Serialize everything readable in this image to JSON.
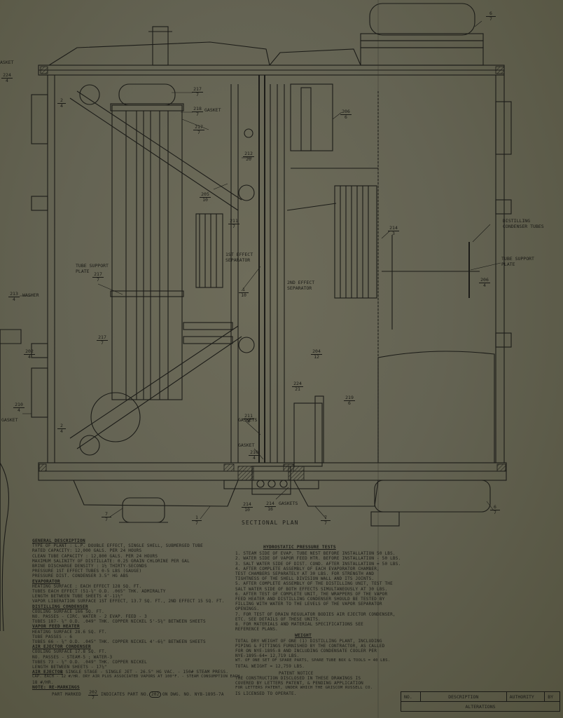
{
  "title": "SECTIONAL PLAN",
  "callouts": [
    {
      "num": "6",
      "den": "7"
    },
    {
      "num": "2",
      "den": "4"
    },
    {
      "num": "217",
      "den": "7"
    },
    {
      "num": "218",
      "den": "7"
    },
    {
      "num": "217",
      "den": "7"
    },
    {
      "num": "206",
      "den": "6"
    },
    {
      "num": "212",
      "den": "20"
    },
    {
      "num": "205",
      "den": "10"
    },
    {
      "num": "211",
      "den": "7"
    },
    {
      "num": "1",
      "den": "10"
    },
    {
      "num": "214",
      "den": "3"
    },
    {
      "num": "206",
      "den": "4"
    },
    {
      "num": "217",
      "den": "7"
    },
    {
      "num": "217",
      "den": "7"
    },
    {
      "num": "204",
      "den": "12"
    },
    {
      "num": "224",
      "den": "21"
    },
    {
      "num": "219",
      "den": "6"
    },
    {
      "num": "211",
      "den": "4"
    },
    {
      "num": "210",
      "den": "4"
    },
    {
      "num": "214",
      "den": "10"
    },
    {
      "num": "7",
      "den": "7"
    },
    {
      "num": "1",
      "den": "7"
    },
    {
      "num": "7",
      "den": "7"
    },
    {
      "num": "6",
      "den": "7"
    },
    {
      "num": "213",
      "den": "4"
    },
    {
      "num": "202",
      "den": "4"
    },
    {
      "num": "210",
      "den": "4"
    },
    {
      "num": "2",
      "den": "4"
    },
    {
      "num": "224",
      "den": "4"
    },
    {
      "num": "214",
      "den": "16"
    }
  ],
  "labels": {
    "gasket_top": "GASKET",
    "tube_support_plate_left": "TUBE SUPPORT PLATE",
    "first_effect_separator": "1ST EFFECT SEPARATOR",
    "second_effect_separator": "2ND EFFECT SEPARATOR",
    "distilling_condenser_tubes": "DISTILLING CONDENSER TUBES",
    "tube_support_plate_right": "TUBE SUPPORT PLATE",
    "washer": "WASHER",
    "gasket_left": "GASKET",
    "gaskets_mid": "GASKETS",
    "gasket_mid": "GASKET",
    "gaskets_bottom": "GASKETS",
    "asket_edge": "ASKET"
  },
  "general_description": {
    "heading": "GENERAL DESCRIPTION",
    "lines": [
      "TYPE OF PLANT : L.P. DOUBLE EFFECT, SINGLE SHELL, SUBMERGED TUBE",
      "RATED CAPACITY: 12,000 GALS. PER 24 HOURS",
      "CLEAN TUBE CAPACITY : 12,800 GALS. PER 24 HOURS",
      "MAXIMUM SALINITY OF DISTILLATE: 0.25 GRAIN CHLORINE PER GAL",
      "BRINE DISCHARGE DENSITY : 1½ THIRTY-SECONDS",
      "PRESSURE 1ST EFFECT TUBES        0-5 LBS (GAUGE)",
      "PRESSURE DIST. CONDENSER        3.5\" HG ABS"
    ]
  },
  "evaporator": {
    "heading": "EVAPORATOR",
    "lines": [
      "HEATING SURFACE : EACH EFFECT 128 SQ. FT.",
      "TUBES   EACH EFFECT  (51-⅝\" O.D. .065\" THK. ADMIRALTY",
      "LENGTH BETWEEN TUBE SHEETS   4'-11½\"",
      "VAPOR LIBERATION SURFACE  1ST EFFECT, 13.7 SQ. FT., 2ND EFFECT 15 SQ. FT."
    ]
  },
  "distilling_condenser": {
    "heading": "DISTILLING CONDENSER",
    "lines": [
      "COOLING SURFACE 166 SQ. FT.",
      "NO. PASSES - CIRC. WATER - 2    EVAP. FEED - 3",
      "TUBES  187- ⅝\" O.D. .049\" THK. COPPER NICKEL  5'-5¼\" BETWEEN SHEETS"
    ]
  },
  "vapor_feed_heater": {
    "heading": "VAPOR FEED HEATER",
    "lines": [
      "HEATING SURFACE 28.6 SQ. FT.",
      "TUBE PASSES - 6",
      "TUBES 66 - ⅝\" O.D. .045\" THK. COPPER NICKEL  4'-6⅞\" BETWEEN SHEETS"
    ]
  },
  "air_ejector_condenser": {
    "heading": "AIR EJECTOR CONDENSER",
    "lines": [
      "COOLING SURFACE 17.8 SQ. FT.",
      "NO. PASSES - STEAM-5 ; WATER-3",
      "TUBES 73 - ⅝\" O.D. .049\" THK. COPPER NICKEL",
      "LENGTH BETWEEN SHEETS - 17⅞\""
    ]
  },
  "air_ejector": {
    "heading": "AIR EJECTOR",
    "lines": [
      "     2 SINGLE STAGE - SINGLE JET - 26.5\" HG VAC. - 150# STEAM PRESS.",
      "CAP. EACH - 12 #/HR. DRY AIR PLUS ASSOCIATED VAPORS AT 100°F. - STEAM CONSUMPTION EACH",
      "18 #/HR."
    ]
  },
  "note": {
    "heading": "NOTE: RE-MARKINGS",
    "line_pre": "PART MARKED",
    "num": "202",
    "den": "7",
    "line_mid": "INDICATES PART NO.",
    "ref": "202",
    "line_post": "ON DWG. NO. NYB-1895-7A"
  },
  "hydrostatic": {
    "heading": "HYDROSTATIC PRESSURE TESTS",
    "lines": [
      "1. STEAM SIDE OF EVAP. TUBE NEST BEFORE INSTALLATION 50 LBS.",
      "2. WATER SIDE OF VAPOR FEED HTR. BEFORE INSTALLATION - 50 LBS.",
      "3. SALT WATER SIDE OF DIST. COND. AFTER INSTALLATION = 50 LBS.",
      "4. AFTER COMPLETE ASSEMBLY OF EACH EVAPORATOR CHAMBER,",
      "   TEST CHAMBERS SEPARATELY AT 30 LBS. FOR STRENGTH AND",
      "   TIGHTNESS OF THE SHELL DIVISION WALL AND ITS JOINTS.",
      "5. AFTER COMPLETE ASSEMBLY OF THE DISTILLING UNIT, TEST THE",
      "   SALT WATER SIDE OF BOTH EFFECTS SIMULTANEOUSLY AT 30 LBS.",
      "6. AFTER TEST OF COMPLETE UNIT, THE WRAPPERS OF THE VAPOR",
      "   FEED HEATER AND DISTILLING CONDENSER SHOULD BE TESTED BY",
      "   FILLING WITH WATER TO THE LEVELS OF THE VAPOR SEPARATOR",
      "   OPENINGS.",
      "7. FOR TEST OF DRAIN REGULATOR BODIES AIR EJECTOR CONDENSER,",
      "   ETC. SEE DETAILS OF THESE UNITS.",
      "8. FOR MATERIALS AND MATERIAL SPECIFICATIONS SEE",
      "   REFERENCE PLANS."
    ]
  },
  "weight": {
    "heading": "WEIGHT",
    "lines": [
      "TOTAL DRY WEIGHT OF ONE (1) DISTILLING PLANT, INCLUDING",
      "PIPING & FITTINGS FURNISHED BY THE CONTRACTOR, AS CALLED",
      "FOR ON NYE-1895-8 AND INCLUDING CONDENSATE COOLER PER",
      "NYE-1895-64= 12,719 LBS.",
      "WT. OF ONE SET OF SPARE PARTS, SPARE TUBE BOX & TOOLS = 40 LBS.",
      "TOTAL WEIGHT = 12,759 LBS."
    ]
  },
  "patent": {
    "heading": "PATENT NOTICE",
    "lines": [
      "THE CONSTRUCTION DISCLOSED IN THESE DRAWINGS IS",
      "COVERED BY LETTERS PATENT, & PENDING APPLICATION",
      "FOR LETTERS PATENT, UNDER WHICH THE GRISCOM RUSSELL CO.",
      "IS LICENSED TO OPERATE."
    ]
  },
  "alterations": {
    "col_no": "NO.",
    "col_description": "DESCRIPTION",
    "col_authority": "AUTHORITY",
    "col_by": "BY",
    "title": "ALTERATIONS"
  }
}
